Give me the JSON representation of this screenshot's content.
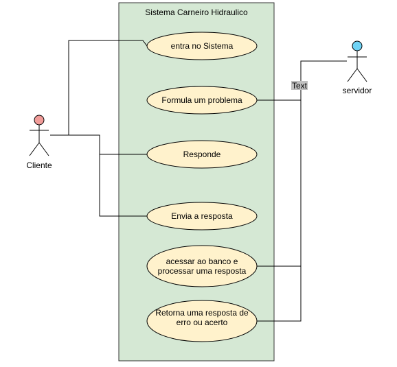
{
  "system": {
    "title": "Sistema Carneiro Hidraulico",
    "fill": "#d5e8d4",
    "stroke": "#333333"
  },
  "actors": {
    "cliente": {
      "label": "Cliente",
      "head_color": "#f19c99"
    },
    "servidor": {
      "label": "servidor",
      "head_color": "#6fd3f5"
    }
  },
  "use_cases": [
    {
      "lines": [
        "entra no Sistema"
      ]
    },
    {
      "lines": [
        "Formula um problema"
      ]
    },
    {
      "lines": [
        "Responde"
      ]
    },
    {
      "lines": [
        "Envia a resposta"
      ]
    },
    {
      "lines": [
        "acessar ao banco e",
        "processar uma resposta"
      ]
    },
    {
      "lines": [
        "Retorna uma resposta de",
        "erro ou acerto"
      ]
    }
  ],
  "use_case_style": {
    "fill": "#fff2cc",
    "stroke": "#000000"
  },
  "edge_label": "Text"
}
